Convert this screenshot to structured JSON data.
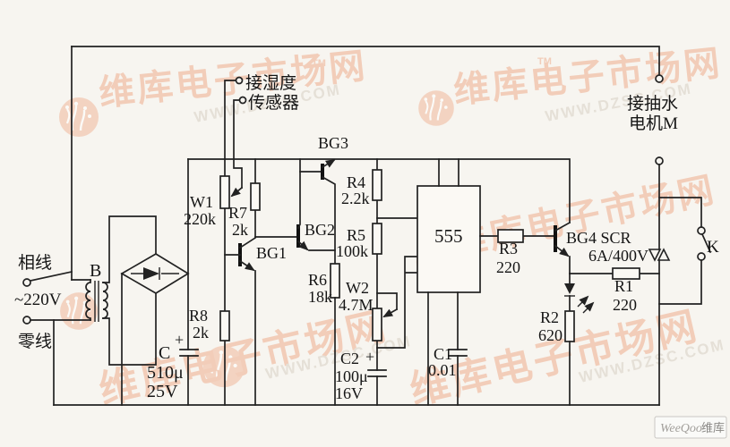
{
  "watermark": {
    "brand": "维库电子市场网",
    "tm": "TM",
    "url": "WWW.DZSC.COM",
    "badge_weeqoo": "WeeQoo",
    "badge_weiku": "维库"
  },
  "io": {
    "sensor_l1": "接湿度",
    "sensor_l2": "传感器",
    "motor_l1": "接抽水",
    "motor_l2": "电机M",
    "phase": "相线",
    "mains": "~220V",
    "neutral": "零线"
  },
  "parts": {
    "transformer": "B",
    "c_filter": "C",
    "c_filter_plus": "+",
    "c_filter_v1": "510μ",
    "c_filter_v2": "25V",
    "r8": "R8",
    "r8_v": "2k",
    "w1": "W1",
    "w1_v": "220k",
    "r7": "R7",
    "r7_v": "2k",
    "bg1": "BG1",
    "bg2": "BG2",
    "bg3": "BG3",
    "r4": "R4",
    "r4_v": "2.2k",
    "r5": "R5",
    "r5_v": "100k",
    "r6": "R6",
    "r6_v": "18k",
    "w2": "W2",
    "w2_v": "4.7M",
    "c2": "C2",
    "c2_plus": "+",
    "c2_v1": "100μ",
    "c2_v2": "16V",
    "ic": "555",
    "c1": "C1",
    "c1_v": "0.01",
    "r3": "R3",
    "r3_v": "220",
    "bg4": "BG4 SCR",
    "scr_v": "6A/400V",
    "r1": "R1",
    "r1_v": "220",
    "r2": "R2",
    "r2_v": "620",
    "k": "K"
  }
}
